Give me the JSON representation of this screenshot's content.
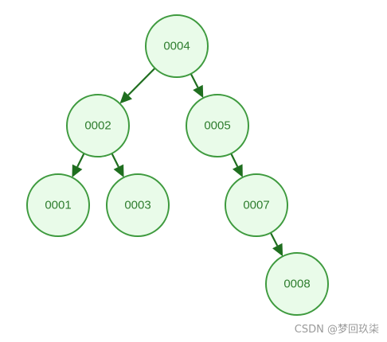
{
  "tree": {
    "nodes": [
      {
        "id": "n4",
        "label": "0004"
      },
      {
        "id": "n2",
        "label": "0002"
      },
      {
        "id": "n5",
        "label": "0005"
      },
      {
        "id": "n1",
        "label": "0001"
      },
      {
        "id": "n3",
        "label": "0003"
      },
      {
        "id": "n7",
        "label": "0007"
      },
      {
        "id": "n8",
        "label": "0008"
      }
    ],
    "edges": [
      {
        "from": "n4",
        "to": "n2"
      },
      {
        "from": "n4",
        "to": "n5"
      },
      {
        "from": "n2",
        "to": "n1"
      },
      {
        "from": "n2",
        "to": "n3"
      },
      {
        "from": "n5",
        "to": "n7"
      },
      {
        "from": "n7",
        "to": "n8"
      }
    ]
  },
  "watermark": "CSDN @梦回玖柒",
  "colors": {
    "node_fill": "#e9fbe9",
    "node_stroke": "#3e9a3e",
    "label_text": "#2e7d2e",
    "edge": "#1f6e1f",
    "watermark": "#9a9a9a"
  }
}
